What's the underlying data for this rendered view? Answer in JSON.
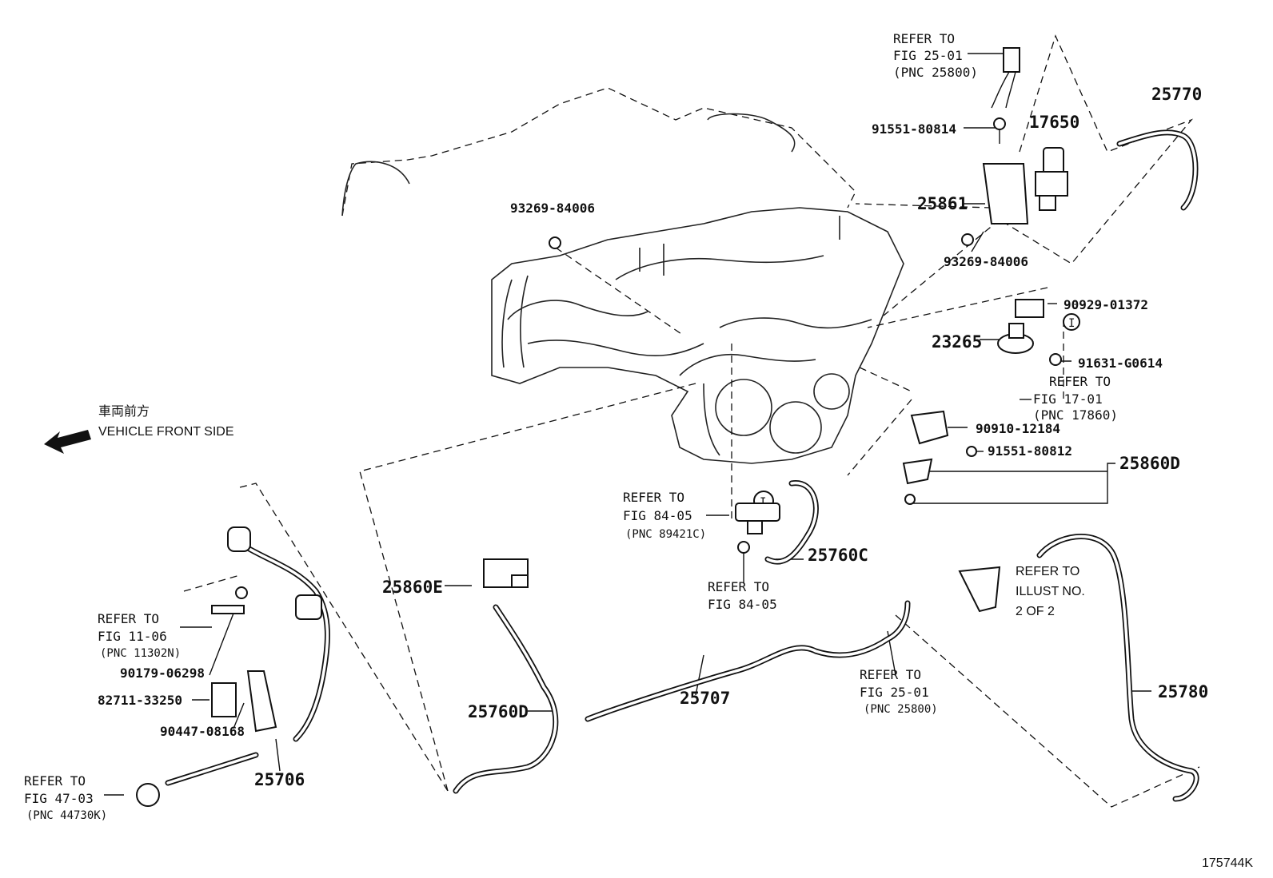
{
  "diagram_id": "175744K",
  "orientation": {
    "label_jp": "車両前方",
    "label_en": "VEHICLE FRONT SIDE"
  },
  "parts": {
    "p25770": "25770",
    "p17650": "17650",
    "p25861": "25861",
    "p23265": "23265",
    "p25860D": "25860D",
    "p25760C": "25760C",
    "p25860E": "25860E",
    "p25760D": "25760D",
    "p25707": "25707",
    "p25780": "25780",
    "p25706": "25706",
    "b91551_80814": "91551-80814",
    "b93269_84006_a": "93269-84006",
    "b93269_84006_b": "93269-84006",
    "b90929_01372": "90929-01372",
    "b91631_G0614": "91631-G0614",
    "b90910_12184": "90910-12184",
    "b91551_80812": "91551-80812",
    "b90179_06298": "90179-06298",
    "b82711_33250": "82711-33250",
    "b90447_08168": "90447-08168"
  },
  "refs": {
    "r1": {
      "line1": "REFER TO",
      "line2": "FIG 25-01",
      "line3": "(PNC 25800)"
    },
    "r2": {
      "line1": "REFER TO",
      "line2": "FIG 17-01",
      "line3": "(PNC 17860)"
    },
    "r3": {
      "line1": "REFER TO",
      "line2": "FIG 84-05",
      "line3": "(PNC 89421C)"
    },
    "r4": {
      "line1": "REFER TO",
      "line2": "FIG 84-05"
    },
    "r5": {
      "line1": "REFER TO",
      "line2": "FIG 11-06",
      "line3": "(PNC 11302N)"
    },
    "r6": {
      "line1": "REFER TO",
      "line2": "FIG 47-03",
      "line3": "(PNC 44730K)"
    },
    "r7": {
      "line1": "REFER TO",
      "line2": "FIG 25-01",
      "line3": "(PNC 25800)"
    },
    "illust": {
      "line1": "REFER TO",
      "line2": "ILLUST NO.",
      "line3": "2 OF 2"
    }
  },
  "marker": "I"
}
